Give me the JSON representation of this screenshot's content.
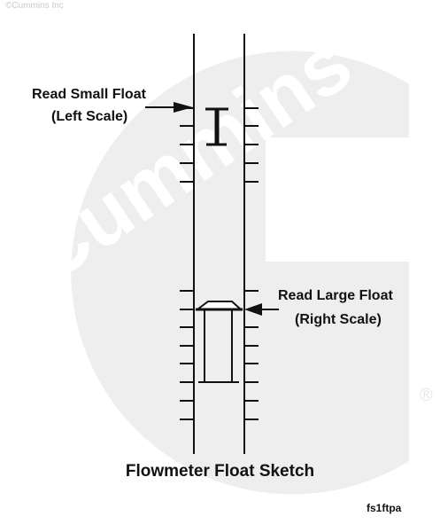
{
  "copyright": "©Cummins Inc",
  "watermark": {
    "text": "Cummins",
    "registered_mark": "®",
    "color": "#eeeeee"
  },
  "labels": {
    "small_float_line1": "Read Small Float",
    "small_float_line2": "(Left Scale)",
    "large_float_line1": "Read Large Float",
    "large_float_line2": "(Right Scale)"
  },
  "caption": "Flowmeter Float Sketch",
  "figure_id": "fs1ftpa",
  "colors": {
    "ink": "#111111",
    "background": "#ffffff"
  }
}
